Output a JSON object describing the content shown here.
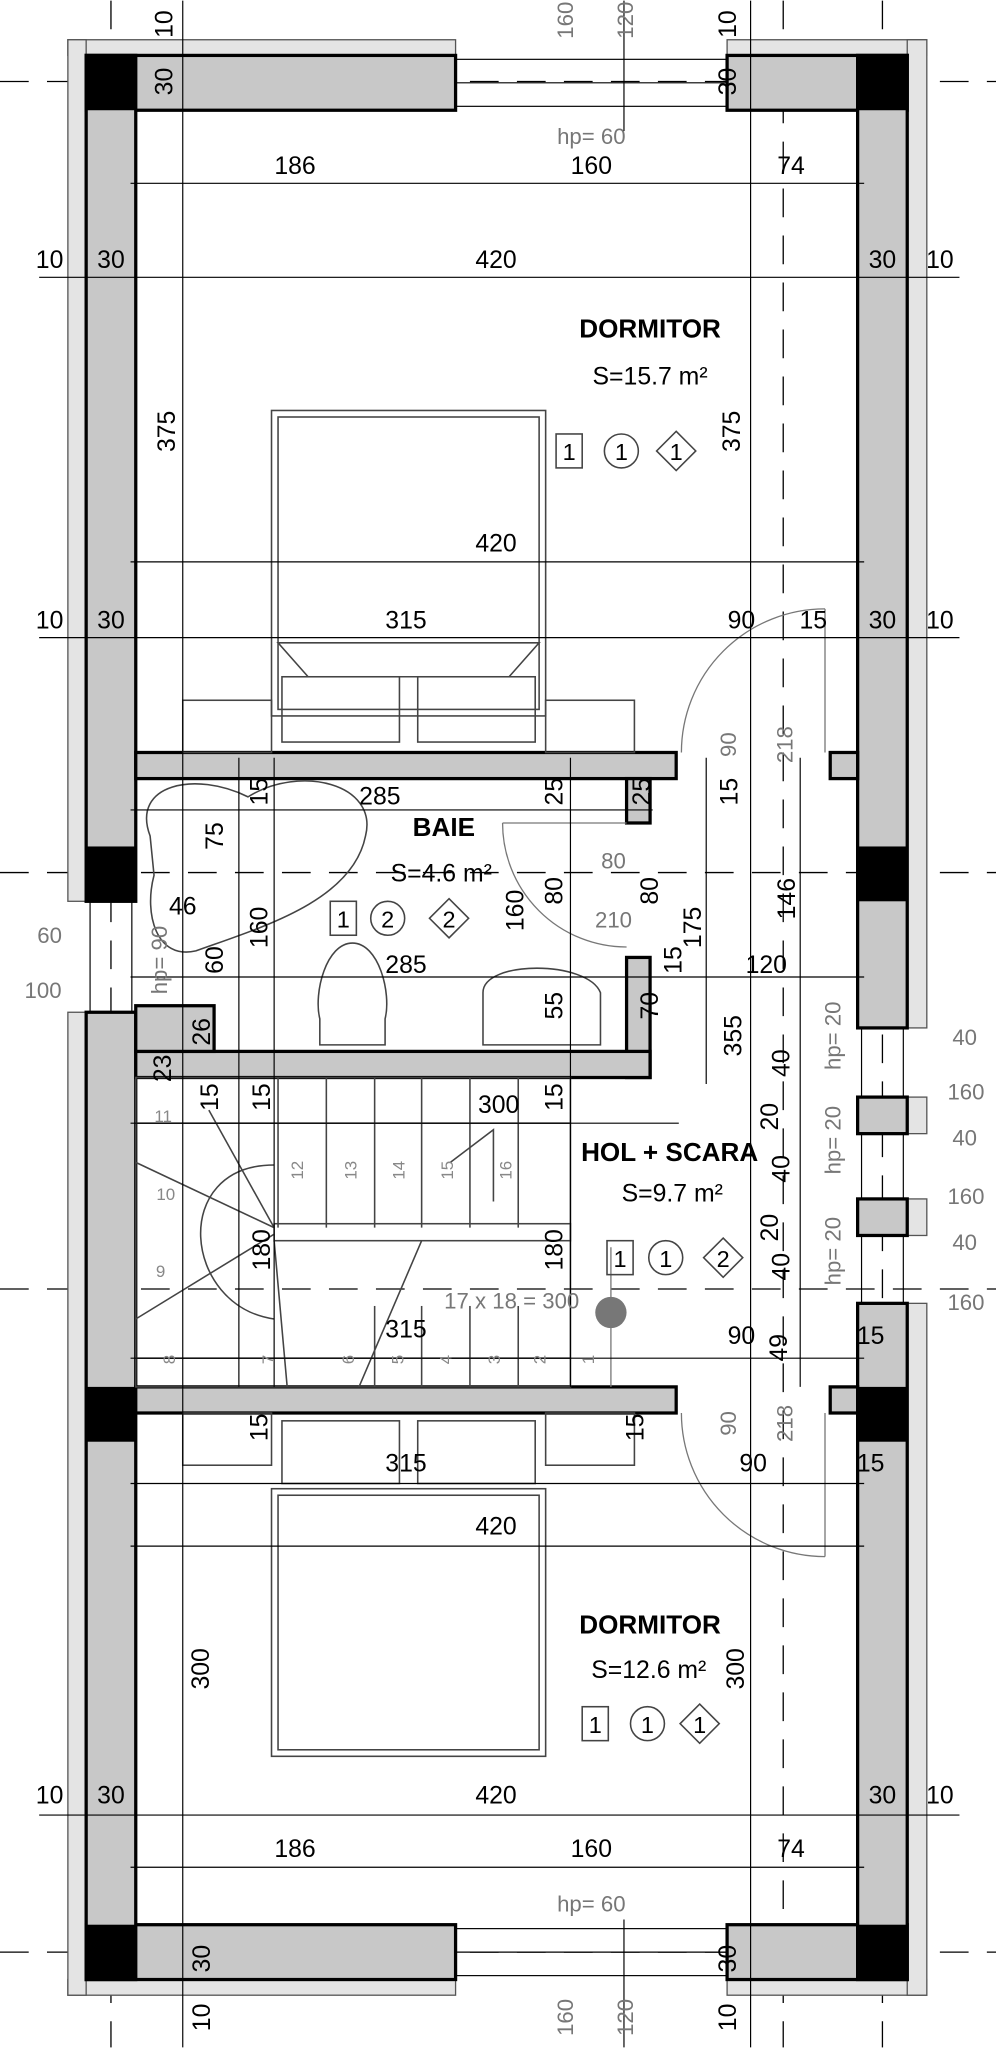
{
  "rooms": {
    "bed_top": {
      "name": "DORMITOR",
      "area": "S=15.7 m²",
      "tags": [
        "1",
        "1",
        "1"
      ]
    },
    "bath": {
      "name": "BAIE",
      "area": "S=4.6 m²",
      "tags": [
        "1",
        "2",
        "2"
      ]
    },
    "hall": {
      "name": "HOL + SCARA",
      "area": "S=9.7 m²",
      "tags": [
        "1",
        "1",
        "2"
      ]
    },
    "bed_bottom": {
      "name": "DORMITOR",
      "area": "S=12.6 m²",
      "tags": [
        "1",
        "1",
        "1"
      ]
    }
  },
  "stairs": {
    "formula": "17 x 18 = 300",
    "steps": [
      "1",
      "2",
      "3",
      "4",
      "5",
      "6",
      "7",
      "8",
      "9",
      "10",
      "11",
      "12",
      "13",
      "14",
      "15",
      "16"
    ]
  },
  "dims": {
    "top": [
      "10",
      "30",
      "160",
      "120",
      "10",
      "30",
      "hp= 60",
      "186",
      "160",
      "74",
      "10",
      "30",
      "420",
      "30",
      "10",
      "375",
      "375",
      "420",
      "10",
      "30",
      "315",
      "90",
      "15",
      "30",
      "10",
      "90",
      "218"
    ],
    "mid": [
      "15",
      "285",
      "25",
      "25",
      "15",
      "75",
      "80",
      "80",
      "80",
      "210",
      "175",
      "146",
      "160",
      "160",
      "285",
      "60",
      "100",
      "hp= 90",
      "46",
      "60",
      "15",
      "120",
      "55",
      "70",
      "26",
      "355",
      "40",
      "hp= 20",
      "40",
      "160",
      "23",
      "15",
      "15",
      "300",
      "15",
      "20",
      "40",
      "40",
      "hp= 20",
      "160",
      "20",
      "40",
      "hp= 20",
      "40",
      "160",
      "180",
      "180",
      "315",
      "90",
      "49",
      "15"
    ],
    "bottom": [
      "15",
      "15",
      "90",
      "218",
      "315",
      "90",
      "15",
      "420",
      "300",
      "300",
      "10",
      "30",
      "420",
      "30",
      "10",
      "186",
      "160",
      "74",
      "hp= 60",
      "30",
      "30",
      "10",
      "10",
      "160",
      "120"
    ]
  }
}
